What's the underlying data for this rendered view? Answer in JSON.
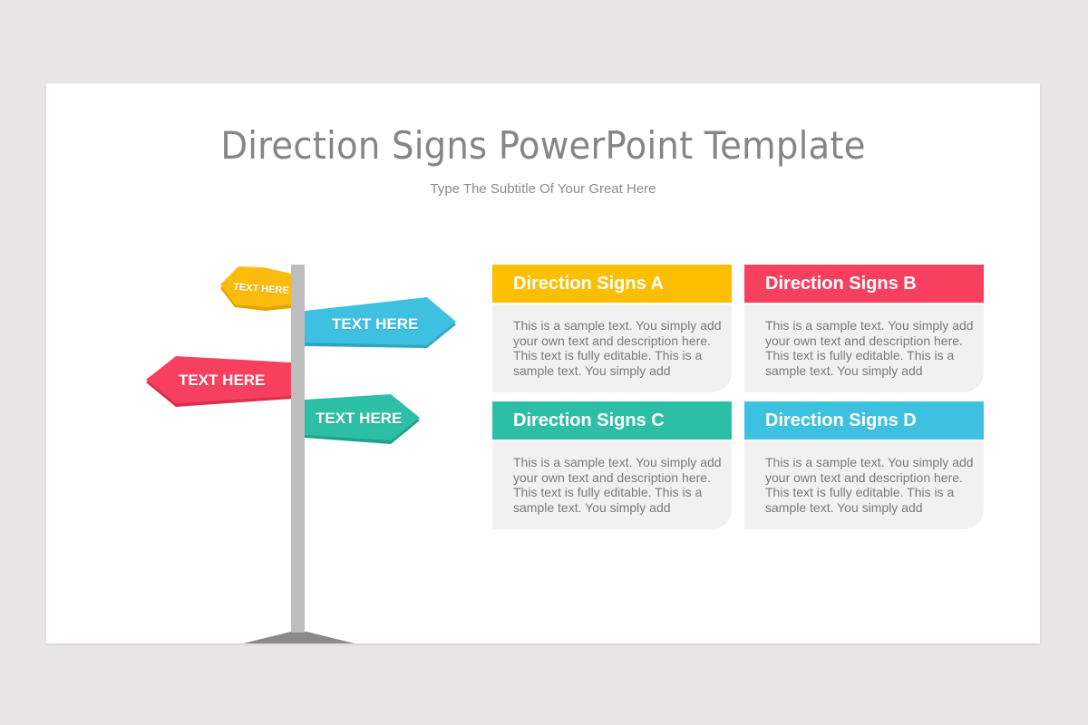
{
  "slide": {
    "title": "Direction Signs PowerPoint Template",
    "subtitle": "Type The Subtitle Of Your Great Here"
  },
  "signpost": {
    "pole_color": "#bdbdbd",
    "base_color": "#8a8a8a",
    "signs": [
      {
        "label": "TEXT HERE",
        "color": "#fbbb0f",
        "direction": "left",
        "position": "top"
      },
      {
        "label": "TEXT HERE",
        "color": "#3ec1e0",
        "direction": "right",
        "position": "upper-middle"
      },
      {
        "label": "TEXT HERE",
        "color": "#f7405f",
        "direction": "left",
        "position": "lower-middle"
      },
      {
        "label": "TEXT HERE",
        "color": "#2dbfa5",
        "direction": "right",
        "position": "bottom"
      }
    ]
  },
  "cards": [
    {
      "title": "Direction Signs  A",
      "color": "#fbbf00",
      "body": "This is a sample text. You simply add your own text and description here. This text is fully editable. This is a sample text. You simply add"
    },
    {
      "title": "Direction Signs  B",
      "color": "#f7405f",
      "body": "This is a sample text. You simply add your own text and description here. This text is fully editable. This is a sample text. You simply add"
    },
    {
      "title": "Direction Signs  C",
      "color": "#2dbfa5",
      "body": "This is a sample text. You simply add your own text and description here. This text is fully editable. This is a sample text. You simply add"
    },
    {
      "title": "Direction Signs  D",
      "color": "#3ec1e0",
      "body": "This is a sample text. You simply add your own text and description here. This text is fully editable. This is a sample text. You simply add"
    }
  ]
}
